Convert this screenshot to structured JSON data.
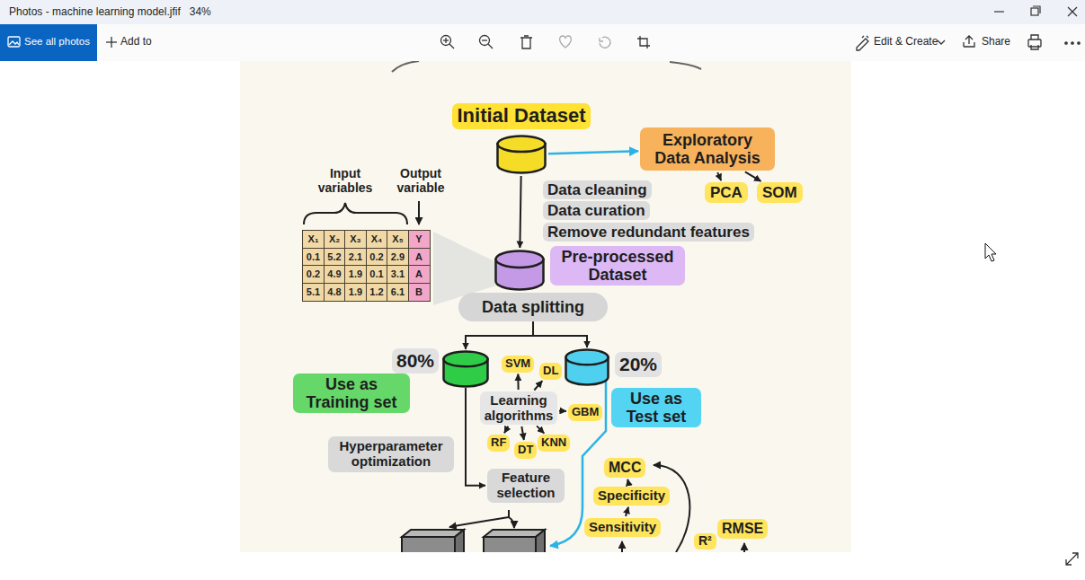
{
  "diagram": {
    "nodes": [
      {
        "text": [
          "Initial Dataset"
        ]
      },
      {
        "text": [
          "Exploratory Data Analysis"
        ]
      },
      {
        "text": [
          "PCA"
        ]
      },
      {
        "text": [
          "SOM"
        ]
      },
      {
        "text": [
          "Pre-processed Dataset"
        ]
      },
      {
        "text": [
          "Data splitting"
        ]
      },
      {
        "text": [
          "Use as Training set",
          "80%"
        ]
      },
      {
        "text": [
          "SVM"
        ]
      },
      {
        "text": [
          "DL"
        ]
      },
      {
        "text": [
          "20%",
          "Use as Test set"
        ]
      },
      {
        "text": [
          "Learning algorithms"
        ]
      },
      {
        "text": [
          "GBM"
        ]
      },
      {
        "text": [
          "Hyperparameter optimization"
        ]
      },
      {
        "text": [
          "RF"
        ]
      },
      {
        "text": [
          "DT"
        ]
      },
      {
        "text": [
          "KNN"
        ]
      },
      {
        "text": [
          "Feature selection"
        ]
      },
      {
        "text": [
          "MCC"
        ]
      },
      {
        "text": [
          "Specificity"
        ]
      },
      {
        "text": [
          "Sensitivity"
        ]
      },
      {
        "text": [
          "RMSE"
        ]
      }
    ],
    "edges": [
      {
        "from": 0,
        "to": 1,
        "arrow": "to"
      },
      {
        "from": 1,
        "to": 2,
        "arrow": "to"
      },
      {
        "from": 1,
        "to": 3,
        "arrow": "to"
      },
      {
        "from": 0,
        "to": 4,
        "arrow": "to"
      },
      {
        "from": 5,
        "to": 6,
        "arrow": "to"
      },
      {
        "from": 5,
        "to": 9,
        "arrow": "to"
      },
      {
        "from": 10,
        "to": 7,
        "arrow": "to"
      },
      {
        "from": 10,
        "to": 8,
        "arrow": "to"
      },
      {
        "from": 10,
        "to": 11,
        "arrow": "to"
      },
      {
        "from": 10,
        "to": 15,
        "arrow": "to"
      },
      {
        "from": 10,
        "to": 14,
        "arrow": "to"
      },
      {
        "from": 10,
        "to": 13,
        "arrow": "to"
      },
      {
        "from": 6,
        "to": 16,
        "arrow": "to"
      },
      {
        "from": 19,
        "to": 18,
        "arrow": "to"
      },
      {
        "from": 18,
        "to": 17,
        "arrow": "to"
      }
    ],
    "labels": [
      "Photos - machine learning model.jfif",
      "34%",
      "See all photos",
      "Add to",
      "Edit & Create",
      "Share",
      "Input variables",
      "Output variable",
      "X₁",
      "X₂",
      "X₃",
      "X₄",
      "X₅",
      "Y",
      "0.1",
      "5.2",
      "2.1",
      "0.2",
      "2.9",
      "A",
      "0.2",
      "4.9",
      "1.9",
      "0.1",
      "3.1",
      "A",
      "5.1",
      "4.8",
      "1.9",
      "1.2",
      "6.1",
      "B",
      "Data cleaning",
      "Data curation",
      "Remove redundant features",
      "R²"
    ]
  }
}
